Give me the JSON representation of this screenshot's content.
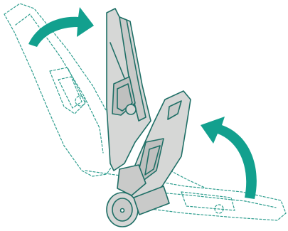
{
  "diagram": {
    "colors": {
      "accent_arrow": "#12a08e",
      "outline": "#1f6f66",
      "dashed_outline": "#2f9e8f",
      "fill_light": "#d6d7d6",
      "fill_mid": "#c9cac9",
      "fill_dark": "#bfc0bf",
      "background": "#ffffff"
    },
    "icons": [
      "rotate-arrow-top",
      "rotate-arrow-right",
      "pivot-hub"
    ]
  }
}
